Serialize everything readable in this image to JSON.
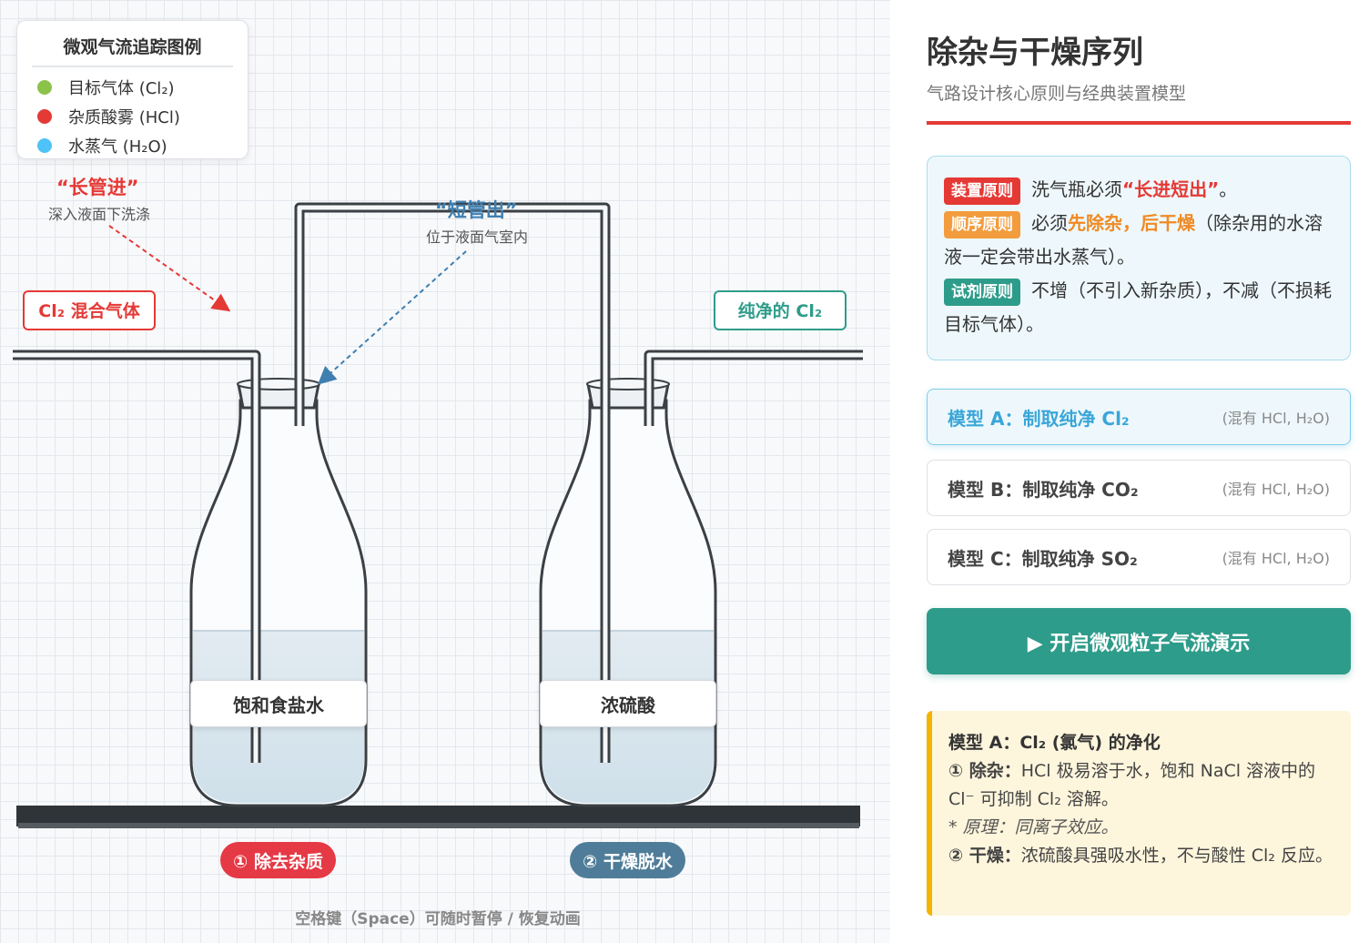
{
  "legend": {
    "title": "微观气流追踪图例",
    "items": [
      {
        "label": "目标气体 (Cl₂)",
        "color": "#8bc34a"
      },
      {
        "label": "杂质酸雾 (HCl)",
        "color": "#e53935"
      },
      {
        "label": "水蒸气 (H₂O)",
        "color": "#4fc3f7"
      }
    ]
  },
  "annotations": {
    "long_in_title": "“长管进”",
    "long_in_sub": "深入液面下洗涤",
    "short_out_title": "“短管出”",
    "short_out_sub": "位于液面气室内"
  },
  "gas_tags": {
    "inlet": "Cl₂ 混合气体",
    "outlet": "纯净的 Cl₂"
  },
  "bottles": [
    {
      "liquid": "饱和食盐水",
      "step": "① 除去杂质",
      "step_color": "#e53945"
    },
    {
      "liquid": "浓硫酸",
      "step": "② 干燥脱水",
      "step_color": "#4f7d99"
    }
  ],
  "hint": "空格键（Space）可随时暂停 / 恢复动画",
  "panel": {
    "title": "除杂与干燥序列",
    "subtitle": "气路设计核心原则与经典装置模型",
    "principles": {
      "p1_badge": "装置原则",
      "p1_pre": "洗气瓶必须",
      "p1_hl": "“长进短出”",
      "p1_post": "。",
      "p2_badge": "顺序原则",
      "p2_pre": "必须",
      "p2_hl": "先除杂，后干燥",
      "p2_post": "（除杂用的水溶液一定会带出水蒸气）。",
      "p3_badge": "试剂原则",
      "p3_text": "不增（不引入新杂质），不减（不损耗目标气体）。"
    },
    "models": [
      {
        "name": "模型 A：制取纯净 Cl₂",
        "impurity": "(混有 HCl, H₂O)",
        "active": true
      },
      {
        "name": "模型 B：制取纯净 CO₂",
        "impurity": "(混有 HCl, H₂O)",
        "active": false
      },
      {
        "name": "模型 C：制取纯净 SO₂",
        "impurity": "(混有 HCl, H₂O)",
        "active": false
      }
    ],
    "start_button": "▶ 开启微观粒子气流演示",
    "info": {
      "title": "模型 A：Cl₂ (氯气) 的净化",
      "step1_label": "① 除杂：",
      "step1_text": "HCl 极易溶于水，饱和 NaCl 溶液中的 Cl⁻ 可抑制 Cl₂ 溶解。",
      "note": "* 原理：同离子效应。",
      "step2_label": "② 干燥：",
      "step2_text": "浓硫酸具强吸水性，不与酸性 Cl₂ 反应。"
    }
  },
  "colors": {
    "accent_red": "#e53935",
    "accent_teal": "#2e9c8a",
    "accent_blue": "#3aa6d8",
    "badge_red": "#e53935",
    "badge_orange": "#f39c3d",
    "badge_teal": "#2e9c8a"
  }
}
